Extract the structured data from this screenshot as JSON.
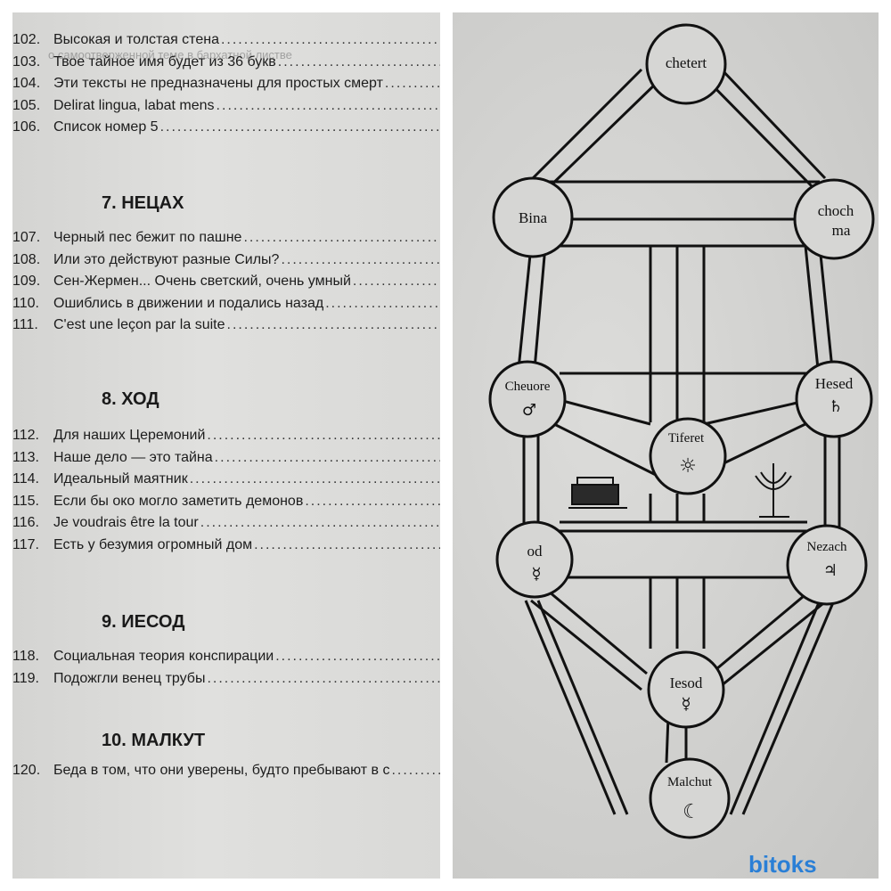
{
  "toc": {
    "entries_a": [
      {
        "num": "102.",
        "title": "Высокая и толстая стена"
      },
      {
        "num": "103.",
        "title": "Твое тайное имя будет из 36 букв"
      },
      {
        "num": "104.",
        "title": "Эти тексты не предназначены для простых смерт"
      },
      {
        "num": "105.",
        "title": "Delirat lingua, labat mens"
      },
      {
        "num": "106.",
        "title": "Список номер 5"
      }
    ],
    "section_7": "7. НЕЦАХ",
    "entries_b": [
      {
        "num": "107.",
        "title": "Черный пес бежит по пашне"
      },
      {
        "num": "108.",
        "title": "Или это действуют разные Силы?"
      },
      {
        "num": "109.",
        "title": "Сен-Жермен... Очень светский, очень умный"
      },
      {
        "num": "110.",
        "title": "Ошиблись в движении и подались назад"
      },
      {
        "num": "111.",
        "title": "C'est une leçon par la suite"
      }
    ],
    "section_8": "8. ХОД",
    "entries_c": [
      {
        "num": "112.",
        "title": "Для наших Церемоний"
      },
      {
        "num": "113.",
        "title": "Наше дело — это тайна"
      },
      {
        "num": "114.",
        "title": "Идеальный маятник"
      },
      {
        "num": "115.",
        "title": "Если бы око могло заметить демонов"
      },
      {
        "num": "116.",
        "title": "Je voudrais être la tour"
      },
      {
        "num": "117.",
        "title": "Есть у безумия огромный дом"
      }
    ],
    "section_9": "9. ИЕСОД",
    "entries_d": [
      {
        "num": "118.",
        "title": "Социальная теория конспирации"
      },
      {
        "num": "119.",
        "title": "Подожгли венец трубы"
      }
    ],
    "section_10": "10. МАЛКУТ",
    "entries_e": [
      {
        "num": "120.",
        "title": "Беда в том, что они уверены, будто пребывают в с"
      }
    ]
  },
  "tree": {
    "nodes": [
      {
        "id": "keter",
        "label": "chetert"
      },
      {
        "id": "bina",
        "label": "Bina"
      },
      {
        "id": "chochma",
        "label_1": "choch",
        "label_2": "ma"
      },
      {
        "id": "geburah",
        "label": "Cheuore"
      },
      {
        "id": "hesed",
        "label": "Hesed"
      },
      {
        "id": "tiferet",
        "label": "Tiferet"
      },
      {
        "id": "hod",
        "label": "od"
      },
      {
        "id": "nezach",
        "label": "Nezach"
      },
      {
        "id": "iesod",
        "label": "Iesod"
      },
      {
        "id": "malchut",
        "label": "Malchut"
      }
    ]
  },
  "watermark": {
    "text": "bitoks"
  }
}
